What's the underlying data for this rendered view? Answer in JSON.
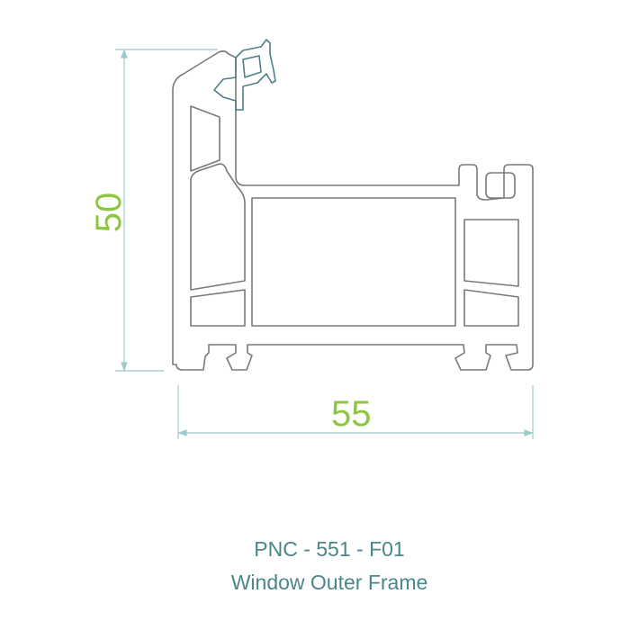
{
  "dimensions": {
    "height": "50",
    "width": "55"
  },
  "caption": {
    "code": "PNC - 551 - F01",
    "name": "Window Outer Frame"
  },
  "colors": {
    "dimension_text": "#8dc63f",
    "dimension_line": "#9ccacc",
    "profile": "#7a7a7a",
    "gasket": "#4f7f86",
    "caption": "#4a868a"
  }
}
